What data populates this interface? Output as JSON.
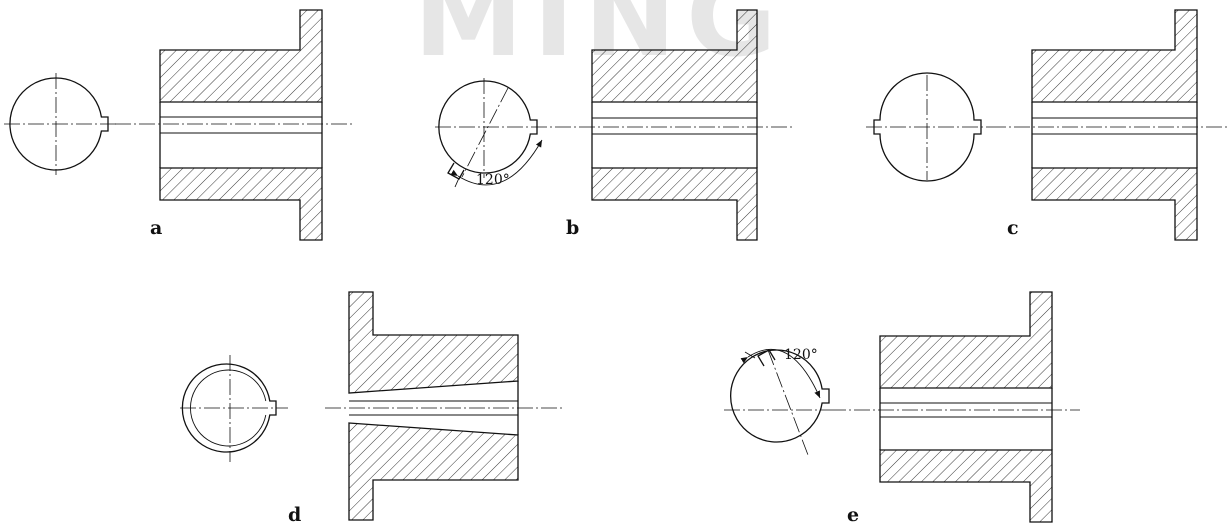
{
  "watermark": "MING",
  "figures": [
    {
      "label": "a"
    },
    {
      "label": "b",
      "angle_label": "120°"
    },
    {
      "label": "c"
    },
    {
      "label": "d"
    },
    {
      "label": "e",
      "angle_label": "120°"
    }
  ]
}
